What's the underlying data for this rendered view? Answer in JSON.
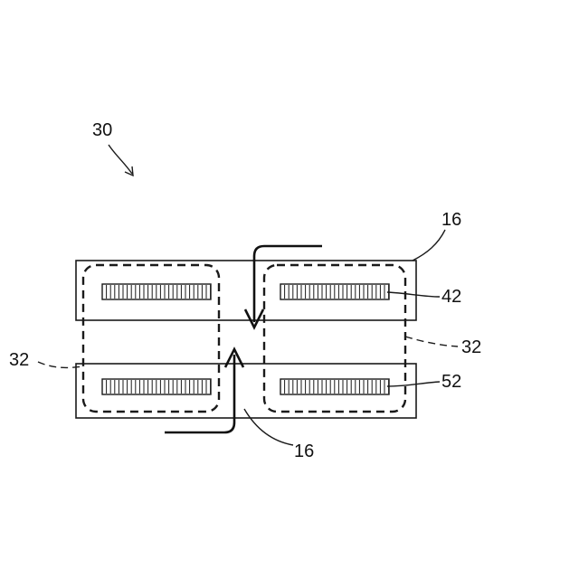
{
  "labels": {
    "assembly": "30",
    "plate_top": "16",
    "plate_bottom": "16",
    "loop_right": "32",
    "loop_left": "32",
    "coil_top": "42",
    "coil_bottom": "52"
  }
}
